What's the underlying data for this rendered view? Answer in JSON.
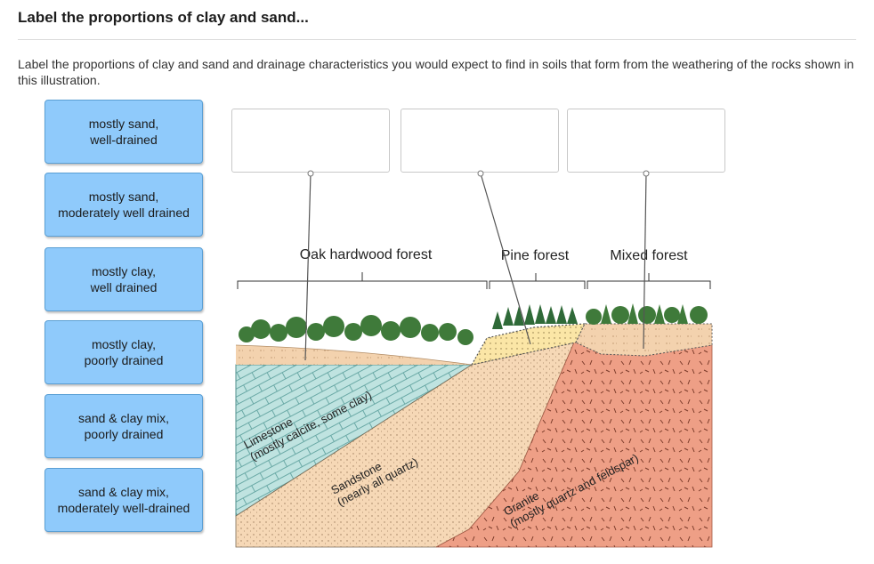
{
  "header": {
    "title": "Label the proportions of clay and sand..."
  },
  "instructions": "Label the proportions of clay and sand and drainage characteristics you would expect to find in soils that form from the weathering of the rocks shown in this illustration.",
  "labels": [
    "mostly sand,\nwell-drained",
    "mostly sand,\nmoderately well drained",
    "mostly clay,\nwell drained",
    "mostly clay,\npoorly drained",
    "sand & clay mix,\npoorly drained",
    "sand & clay mix,\nmoderately well-drained"
  ],
  "illustration": {
    "forests": [
      "Oak hardwood forest",
      "Pine forest",
      "Mixed forest"
    ],
    "rocks": {
      "limestone": [
        "Limestone",
        "(mostly calcite, some clay)"
      ],
      "sandstone": [
        "Sandstone",
        "(nearly all quartz)"
      ],
      "granite": [
        "Granite",
        "(mostly quartz and feldspar)"
      ]
    }
  },
  "colors": {
    "chip_fill": "#8fcafb",
    "limestone": "#bfe3e0",
    "sandstone": "#f6d8b6",
    "granite": "#ee9f86",
    "soil": "#f3d2ae",
    "tree": "#3f7a3a"
  }
}
